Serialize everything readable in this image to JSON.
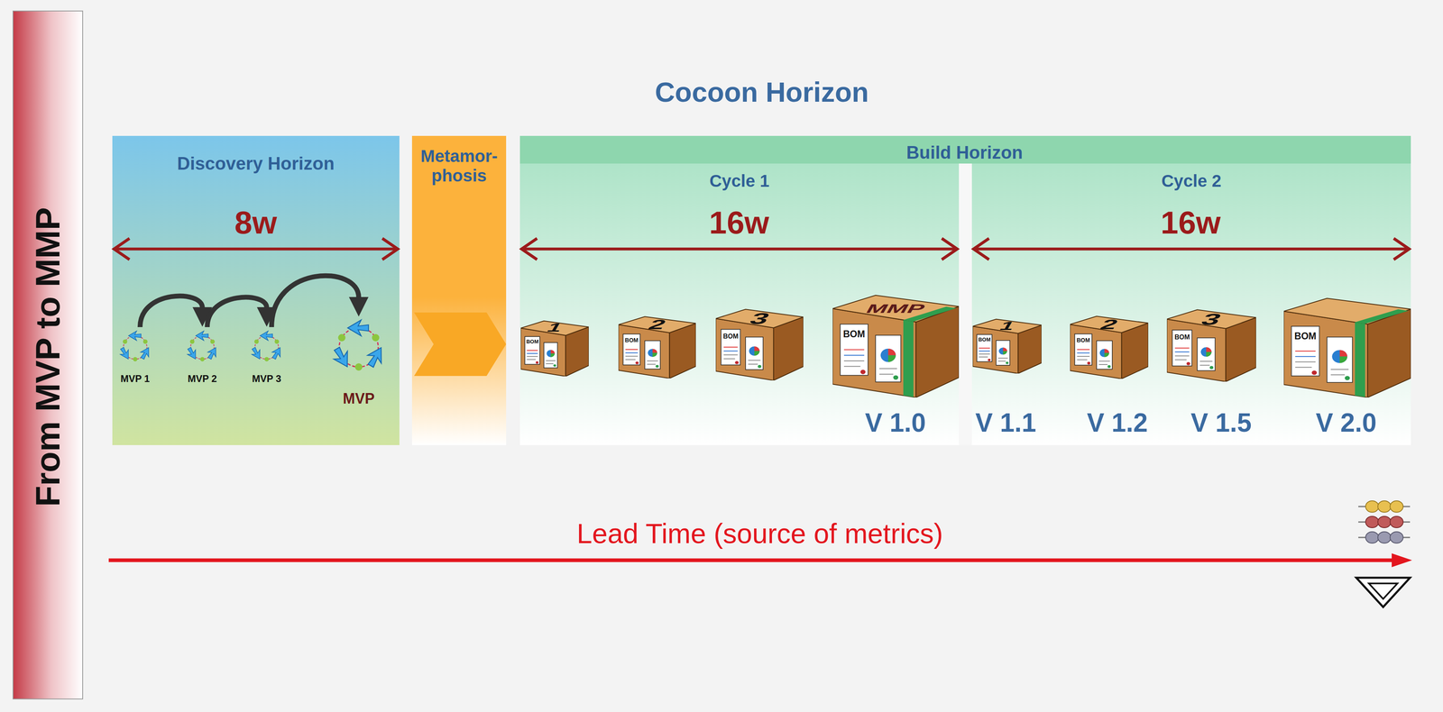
{
  "diagram": {
    "title": "Cocoon Horizon",
    "nodes": [
      {
        "text": [
          "From MVP to MMP"
        ]
      },
      {
        "text": [
          "Discovery Horizon"
        ]
      },
      {
        "text": [
          "MVP 1"
        ],
        "in": 1
      },
      {
        "text": [
          "MVP 2"
        ],
        "in": 1
      },
      {
        "text": [
          "MVP 3"
        ],
        "in": 1
      },
      {
        "text": [
          "MVP"
        ],
        "in": 1
      },
      {
        "text": [
          "Metamor- phosis"
        ]
      },
      {
        "text": [
          "Build Horizon"
        ]
      },
      {
        "text": [
          "Cycle 1"
        ],
        "in": 7
      },
      {
        "text": [
          "1",
          "BOM"
        ],
        "in": 8
      },
      {
        "text": [
          "2",
          "BOM"
        ],
        "in": 8
      },
      {
        "text": [
          "3",
          "BOM"
        ],
        "in": 8
      },
      {
        "text": [
          "MMP",
          "BOM",
          "V 1.0"
        ],
        "in": 8
      },
      {
        "text": [
          "Cycle 2"
        ],
        "in": 7
      },
      {
        "text": [
          "1",
          "BOM",
          "V 1.1"
        ],
        "in": 13
      },
      {
        "text": [
          "2",
          "BOM",
          "V 1.2"
        ],
        "in": 13
      },
      {
        "text": [
          "3",
          "BOM",
          "V 1.5"
        ],
        "in": 13
      },
      {
        "text": [
          "BOM",
          "V 2.0"
        ],
        "in": 13
      }
    ],
    "edges": [
      {
        "from": 2,
        "to": 3,
        "arrow": "to"
      },
      {
        "from": 3,
        "to": 4,
        "arrow": "to"
      },
      {
        "from": 4,
        "to": 5,
        "arrow": "to"
      }
    ],
    "labels": [
      "8w",
      "16w",
      "16w",
      "Lead Time (source of metrics)"
    ]
  }
}
